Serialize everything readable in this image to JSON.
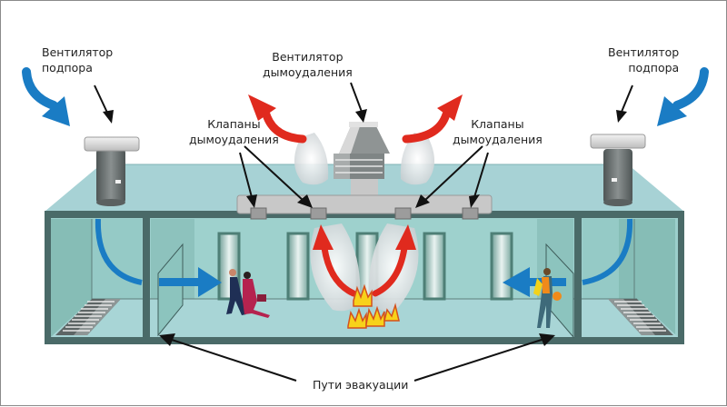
{
  "labels": {
    "supply_fan_left": {
      "line1": "Вентилятор",
      "line2": "подпора"
    },
    "supply_fan_right": {
      "line1": "Вентилятор",
      "line2": "подпора"
    },
    "exhaust_fan": {
      "line1": "Вентилятор",
      "line2": "дымоудаления"
    },
    "valves_left": {
      "line1": "Клапаны",
      "line2": "дымоудаления"
    },
    "valves_right": {
      "line1": "Клапаны",
      "line2": "дымоудаления"
    },
    "escape_routes": "Пути эвакуации"
  },
  "colors": {
    "supply_air": "#1a7cc4",
    "smoke_exhaust": "#e02a1e",
    "building_glass": "#9fd0d2",
    "frame": "#4a6a68",
    "duct": "#c8c8c8",
    "fire": "#f7d21a"
  },
  "icons": [
    "supply-fan-icon",
    "exhaust-fan-icon",
    "smoke-valve-icon",
    "fire-icon",
    "smoke-cloud-icon",
    "people-running-icon",
    "air-grille-icon",
    "door-icon"
  ]
}
